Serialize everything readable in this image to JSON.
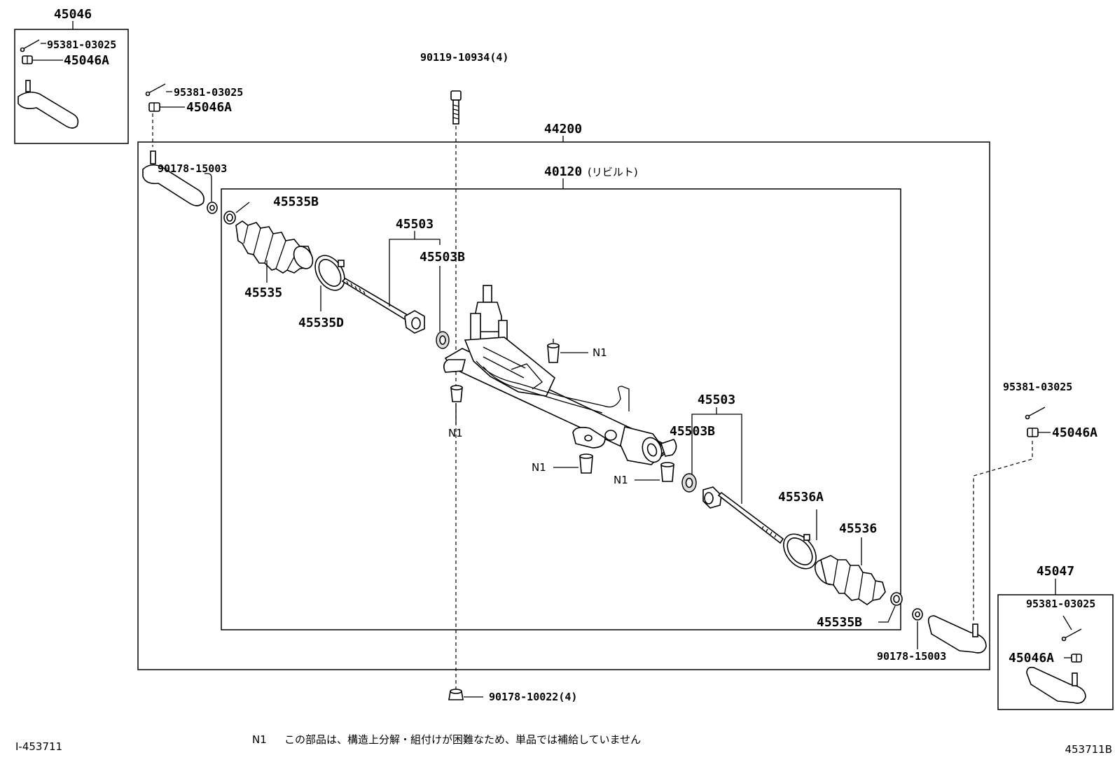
{
  "diagram": {
    "labels": {
      "tie_rod_end_left_assy": "45046",
      "cotter_pin_tl": "95381-03025",
      "nut_tl": "45046A",
      "cotter_pin_l": "95381-03025",
      "nut_l": "45046A",
      "bolt_top": "90119-10934(4)",
      "gear_assy": "44200",
      "rebuilt_rack": "40120",
      "rebuilt_note": "(リビルト)",
      "lock_nut_left": "90178-15003",
      "clip_left": "45535B",
      "boot_left": "45535",
      "clamp_left": "45535D",
      "tie_rod_left": "45503",
      "washer_left": "45503B",
      "n1_a": "N1",
      "n1_b": "N1",
      "n1_c": "N1",
      "n1_d": "N1",
      "tie_rod_right": "45503",
      "washer_right": "45503B",
      "clamp_right": "45536A",
      "boot_right": "45536",
      "clip_right": "45535B",
      "lock_nut_right": "90178-15003",
      "cotter_pin_r": "95381-03025",
      "nut_r": "45046A",
      "tie_rod_end_right_assy": "45047",
      "cotter_pin_br": "95381-03025",
      "nut_br": "45046A",
      "nut_bottom": "90178-10022(4)"
    },
    "footnote": {
      "marker": "N1",
      "text": "この部品は、構造上分解・組付けが困難なため、単品では補給していません"
    },
    "ref_left": "I-453711",
    "ref_right": "453711B"
  }
}
